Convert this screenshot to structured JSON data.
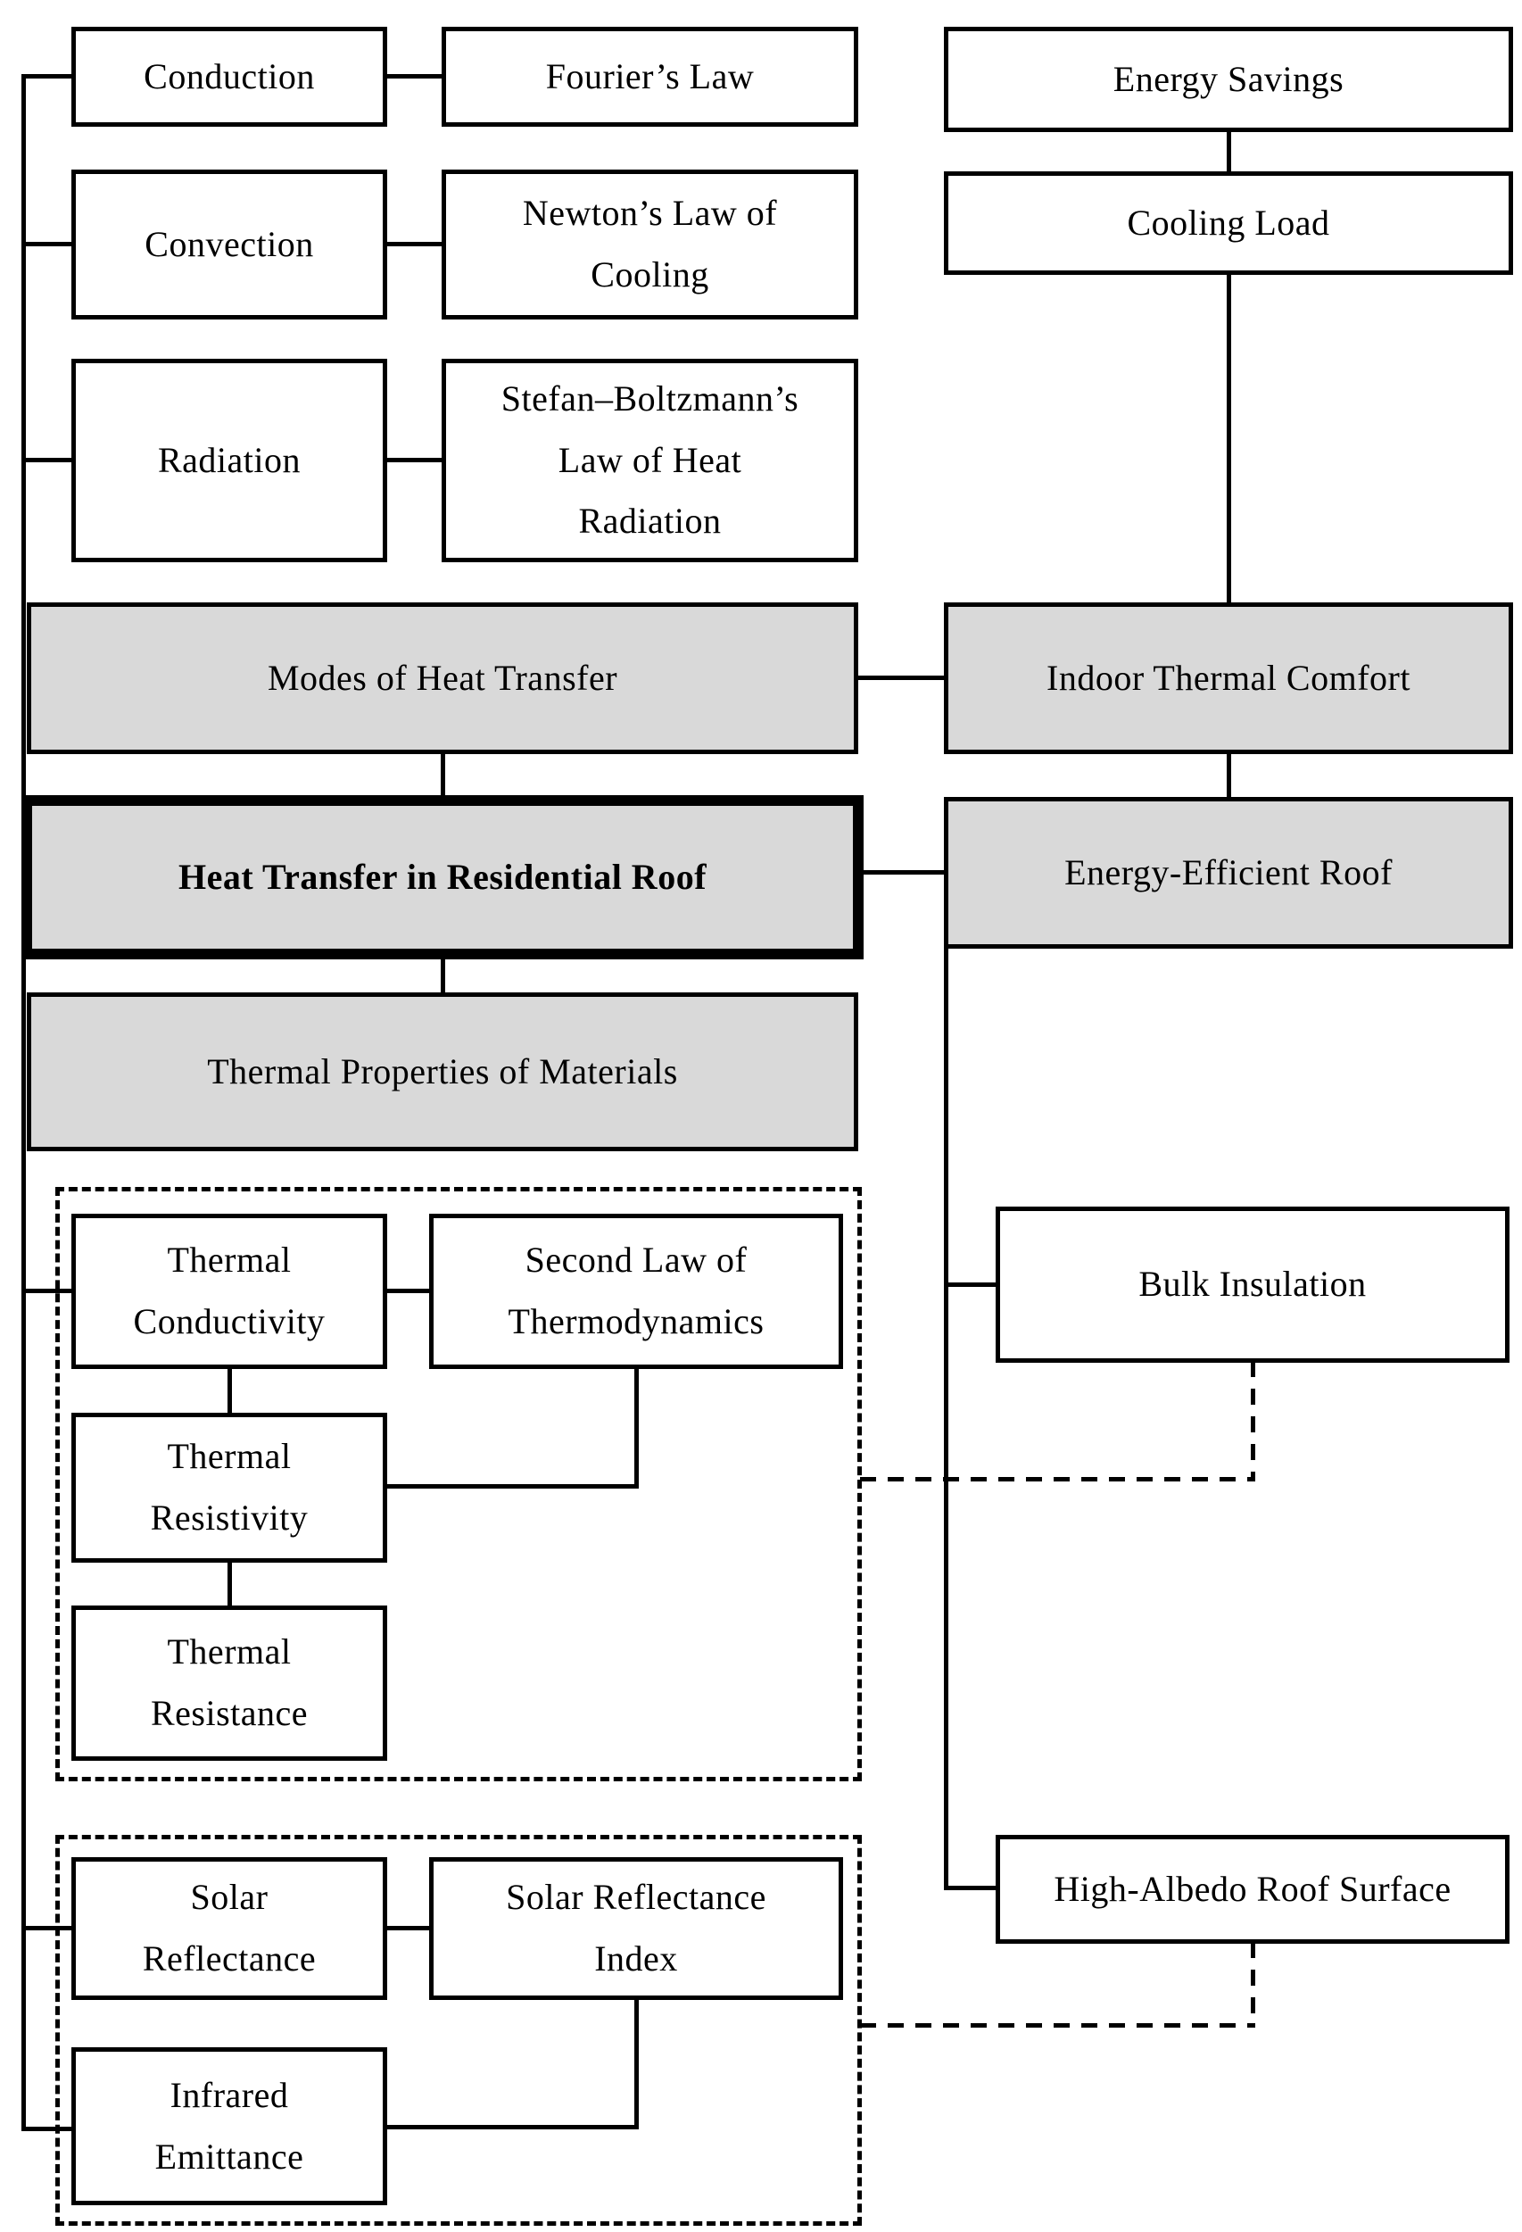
{
  "diagram": {
    "nodes": {
      "conduction": "Conduction",
      "fouriers_law": "Fourier’s Law",
      "convection": "Convection",
      "newtons_law_of_cooling": "Newton’s Law of\nCooling",
      "radiation": "Radiation",
      "stefan_boltzmanns_law": "Stefan–Boltzmann’s\nLaw of Heat\nRadiation",
      "energy_savings": "Energy Savings",
      "cooling_load": "Cooling Load",
      "modes_of_heat_transfer": "Modes of Heat Transfer",
      "indoor_thermal_comfort": "Indoor Thermal Comfort",
      "heat_transfer_in_residential_roof": "Heat Transfer in Residential Roof",
      "energy_efficient_roof": "Energy-Efficient Roof",
      "thermal_properties_of_materials": "Thermal Properties of Materials",
      "thermal_conductivity": "Thermal\nConductivity",
      "second_law_of_thermodynamics": "Second Law of\nThermodynamics",
      "thermal_resistivity": "Thermal\nResistivity",
      "thermal_resistance": "Thermal\nResistance",
      "bulk_insulation": "Bulk Insulation",
      "solar_reflectance": "Solar\nReflectance",
      "solar_reflectance_index": "Solar Reflectance\nIndex",
      "infrared_emittance": "Infrared\nEmittance",
      "high_albedo_roof_surface": "High-Albedo Roof Surface"
    },
    "colors": {
      "highlight_fill": "#d9d9d9",
      "box_fill": "#ffffff",
      "line": "#000000"
    }
  }
}
